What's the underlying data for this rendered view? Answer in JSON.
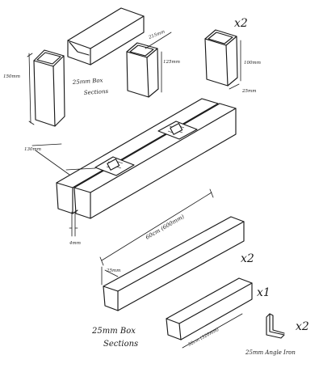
{
  "drawing": {
    "top_box_group": {
      "label_line1": "25mm Box",
      "label_line2": "Sections",
      "dim_tall_post": "150mm",
      "dim_long_top": "215mm",
      "dim_short_post": "125mm"
    },
    "top_right_posts": {
      "quantity": "x2",
      "dim_height": "100mm",
      "dim_width": "25mm"
    },
    "middle_assembly": {
      "dim_spacing": "130mm",
      "dim_gap": "4mm"
    },
    "long_bar": {
      "dim_length": "60cm (600mm)",
      "dim_section": "25mm",
      "quantity": "x2"
    },
    "short_bar": {
      "quantity": "x1",
      "dim_length": "32cm (320mm)"
    },
    "bottom_labels": {
      "box_label_line1": "25mm Box",
      "box_label_line2": "Sections",
      "angle_label": "25mm Angle Iron",
      "angle_quantity": "x2"
    }
  }
}
